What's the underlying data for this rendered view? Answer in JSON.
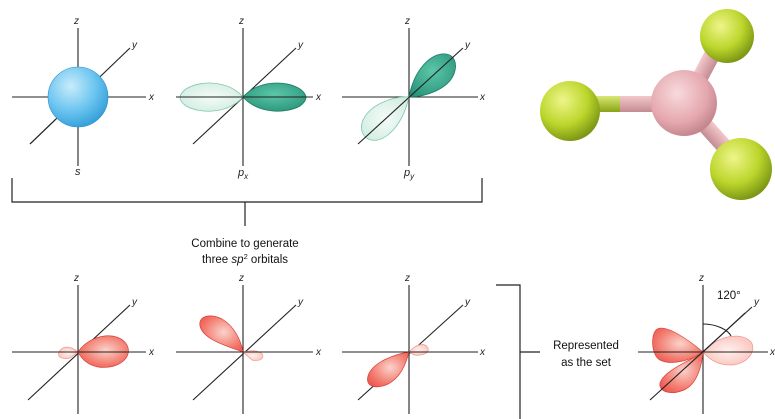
{
  "axis_labels": {
    "x": "x",
    "y": "y",
    "z": "z"
  },
  "orbital_captions": {
    "s": "s",
    "px_base": "p",
    "px_sub": "x",
    "py_base": "p",
    "py_sub": "y"
  },
  "combine_text": {
    "line1": "Combine to generate",
    "line2_pre": "three ",
    "line2_sp": "sp",
    "line2_sup": "2",
    "line2_post": " orbitals"
  },
  "represented_text": {
    "line1": "Represented",
    "line2": "as the set"
  },
  "angle_label": "120°",
  "colors": {
    "s_orbital": "#54b7ea",
    "p_orbital_dark": "#2f9f86",
    "p_orbital_light": "#d8efe6",
    "sp2_orbital": "#ee5050",
    "sp2_orbital_light": "#fbc5bd",
    "central_atom": "#e4a7ad",
    "outer_atom": "#b9d52a"
  }
}
